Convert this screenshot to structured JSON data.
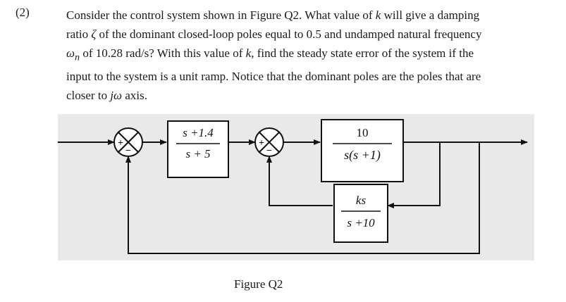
{
  "question": {
    "number": "(2)",
    "lines": [
      [
        "Consider the control system shown in Figure Q2. What value of ",
        "k",
        " will give a damping"
      ],
      [
        "ratio ",
        "ζ",
        " of the dominant closed-loop poles equal to 0.5 and undamped natural frequency"
      ],
      [
        "",
        "ω",
        "",
        "n",
        " of 10.28 rad/s? With this value of ",
        "k",
        ", find the steady state error of the system if the"
      ],
      [
        "input to the system is a unit ramp. Notice that the dominant poles are the poles that are"
      ],
      [
        "closer to ",
        "jω",
        " axis."
      ]
    ]
  },
  "diagram": {
    "sum1_signs": [
      "+",
      "−"
    ],
    "sum2_signs": [
      "+",
      "−"
    ],
    "block1": {
      "numerator": "s +1.4",
      "denominator": "s + 5"
    },
    "block2": {
      "numerator": "10",
      "denominator": "s(s +1)"
    },
    "block3": {
      "numerator": "ks",
      "denominator": "s +10"
    }
  },
  "figure": {
    "caption": "Figure Q2"
  }
}
